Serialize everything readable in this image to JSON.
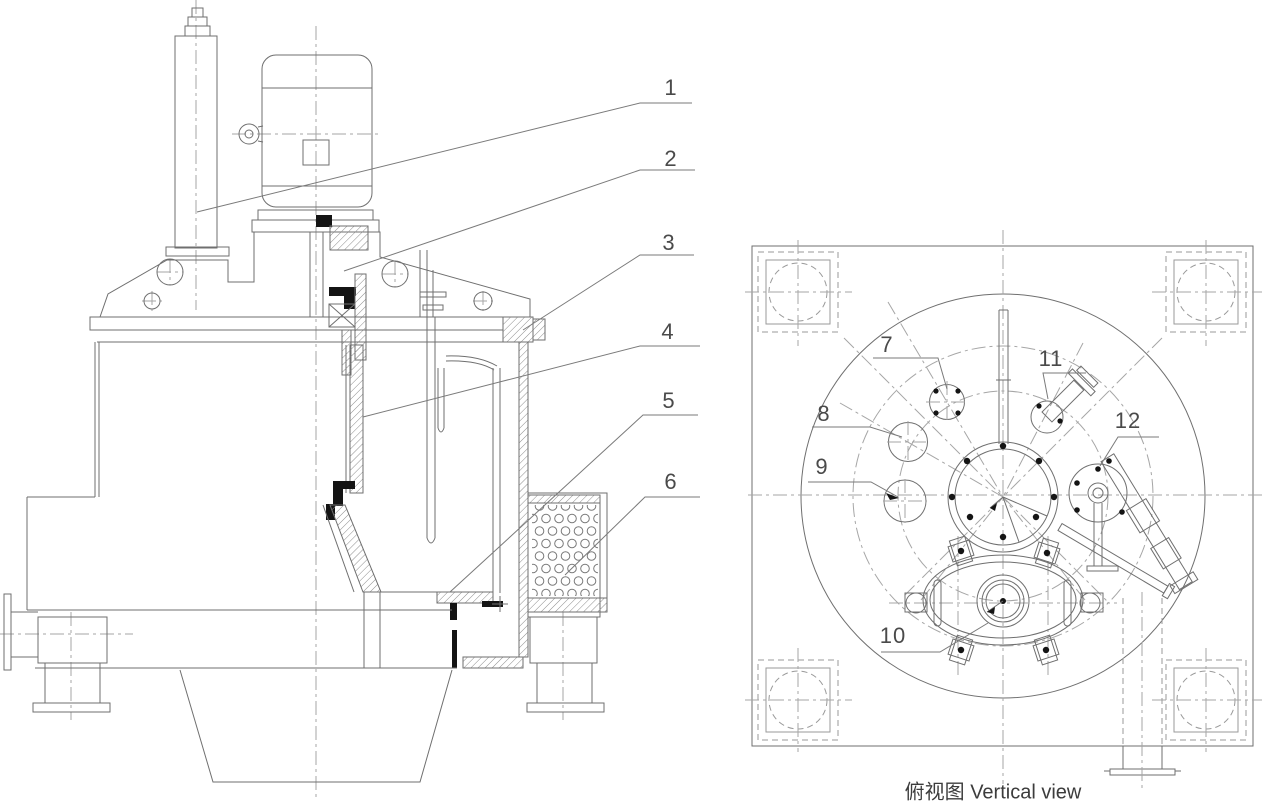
{
  "drawing": {
    "colors": {
      "line": "#6f6f6f",
      "centerline": "#a6a6a6",
      "label_text": "#4a4a4a",
      "seal_black": "#141414",
      "background": "#ffffff"
    },
    "views": {
      "section": {
        "callouts": [
          {
            "label": "1"
          },
          {
            "label": "2"
          },
          {
            "label": "3"
          },
          {
            "label": "4"
          },
          {
            "label": "5"
          },
          {
            "label": "6"
          }
        ]
      },
      "top": {
        "caption": "俯视图 Vertical view",
        "callouts": [
          {
            "label": "7"
          },
          {
            "label": "8"
          },
          {
            "label": "9"
          },
          {
            "label": "10"
          },
          {
            "label": "11"
          },
          {
            "label": "12"
          }
        ]
      }
    }
  }
}
